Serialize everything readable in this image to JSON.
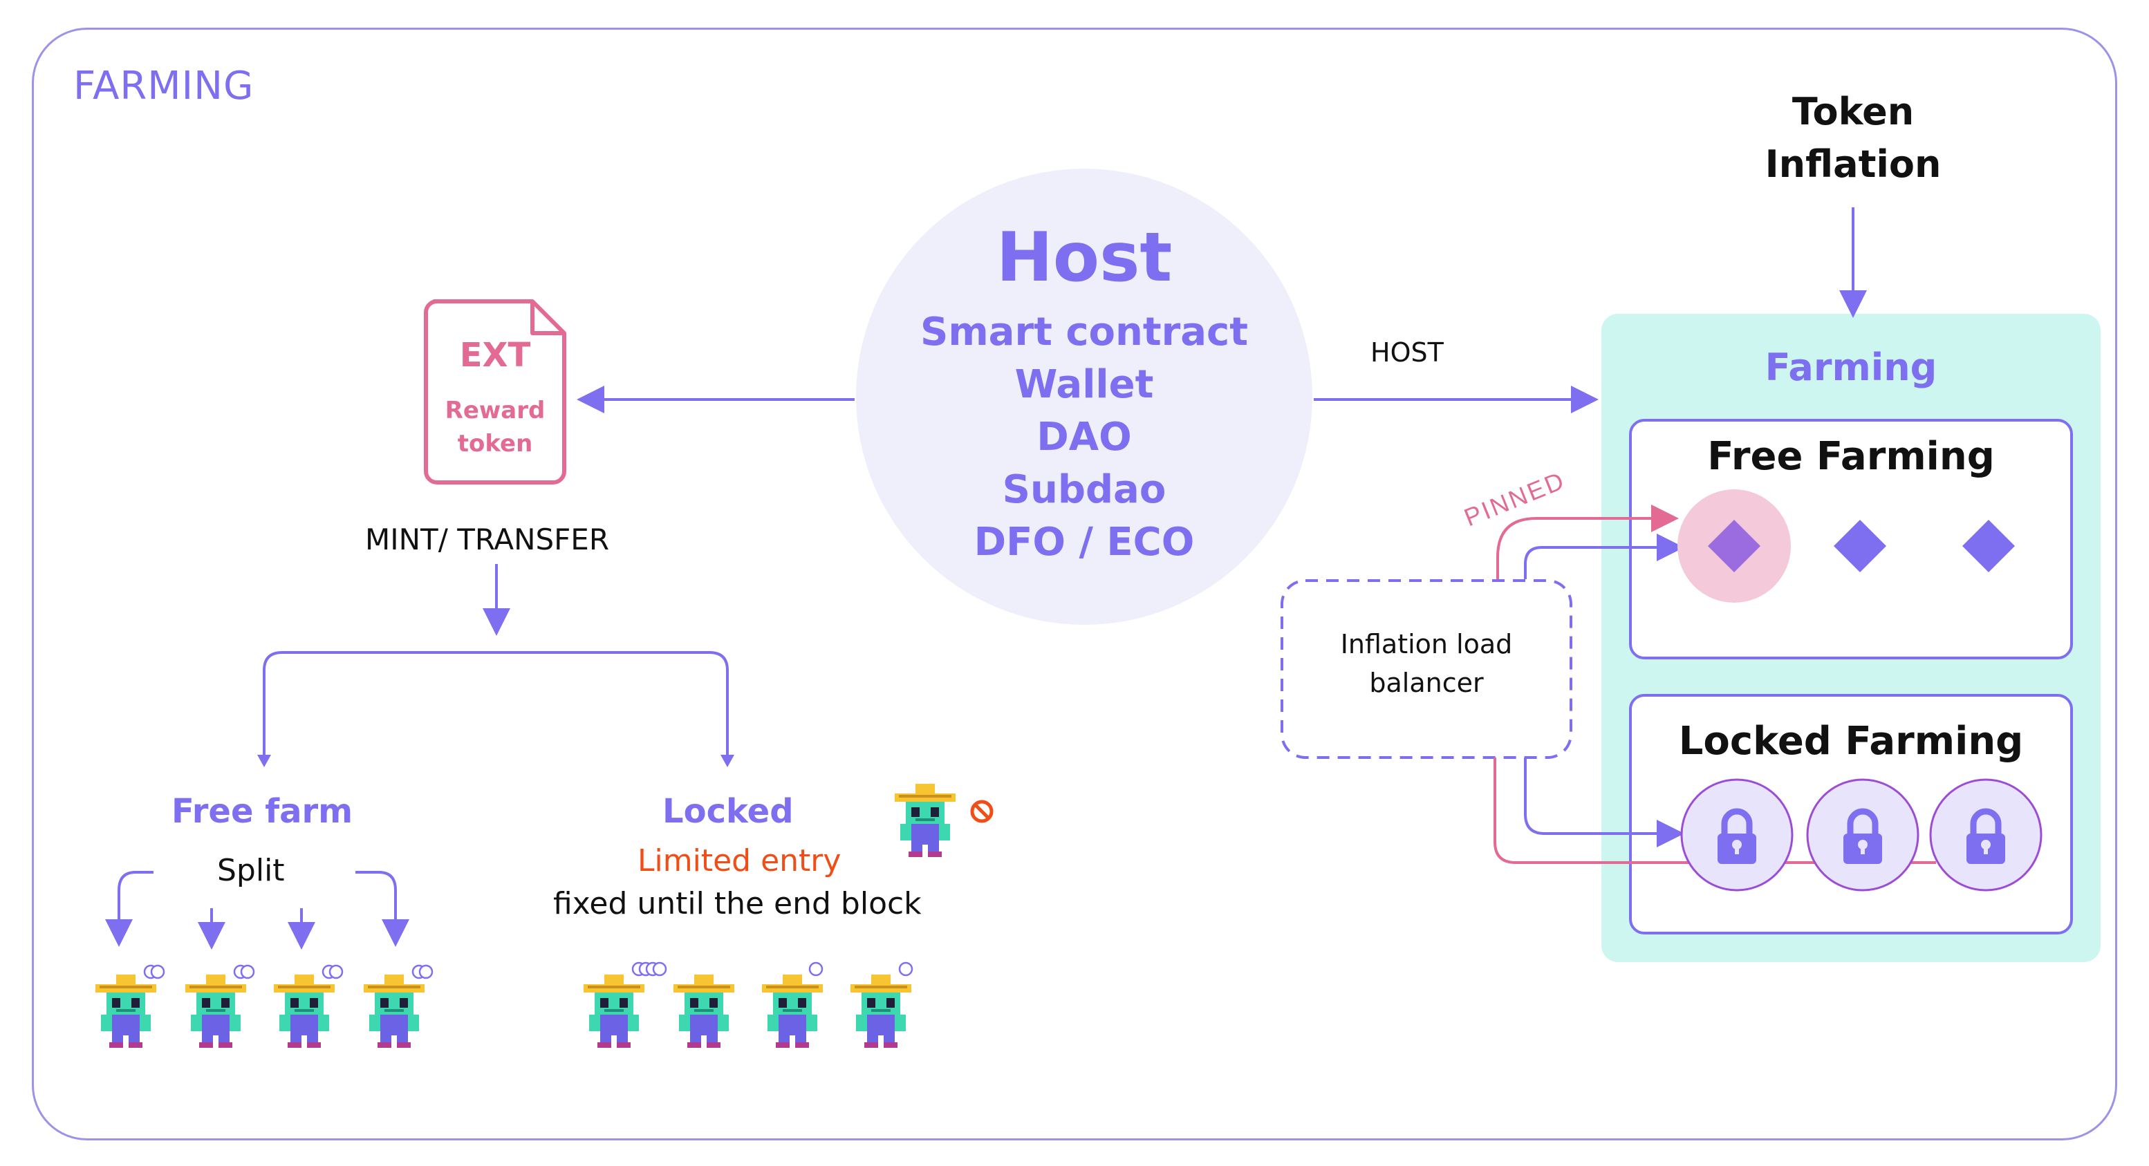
{
  "title": "FARMING",
  "host": {
    "heading": "Host",
    "items": [
      "Smart contract",
      "Wallet",
      "DAO",
      "Subdao",
      "DFO / ECO"
    ]
  },
  "ext": {
    "label": "EXT",
    "reward": "Reward",
    "token": "token"
  },
  "mint_label": "MINT/ TRANSFER",
  "host_arrow_label": "HOST",
  "token_inflation": {
    "line1": "Token",
    "line2": "Inflation"
  },
  "farming_panel": {
    "title": "Farming",
    "free_title": "Free Farming",
    "locked_title": "Locked Farming"
  },
  "pinned_label": "PINNED",
  "balancer": {
    "line1": "Inflation load",
    "line2": "balancer"
  },
  "free_farm": {
    "title": "Free farm",
    "split": "Split"
  },
  "locked": {
    "title": "Locked",
    "limited": "Limited entry",
    "fixed": "fixed until the end block"
  },
  "colors": {
    "purple": "#7d6ff0",
    "pink": "#e36b93",
    "orange": "#f04e16",
    "cyan_panel": "#cdf6f1",
    "host_bg": "#efeffb"
  },
  "icons": [
    "document-icon",
    "diamond-icon",
    "lock-icon",
    "farmer-icon",
    "no-entry-icon",
    "coin-icon"
  ]
}
